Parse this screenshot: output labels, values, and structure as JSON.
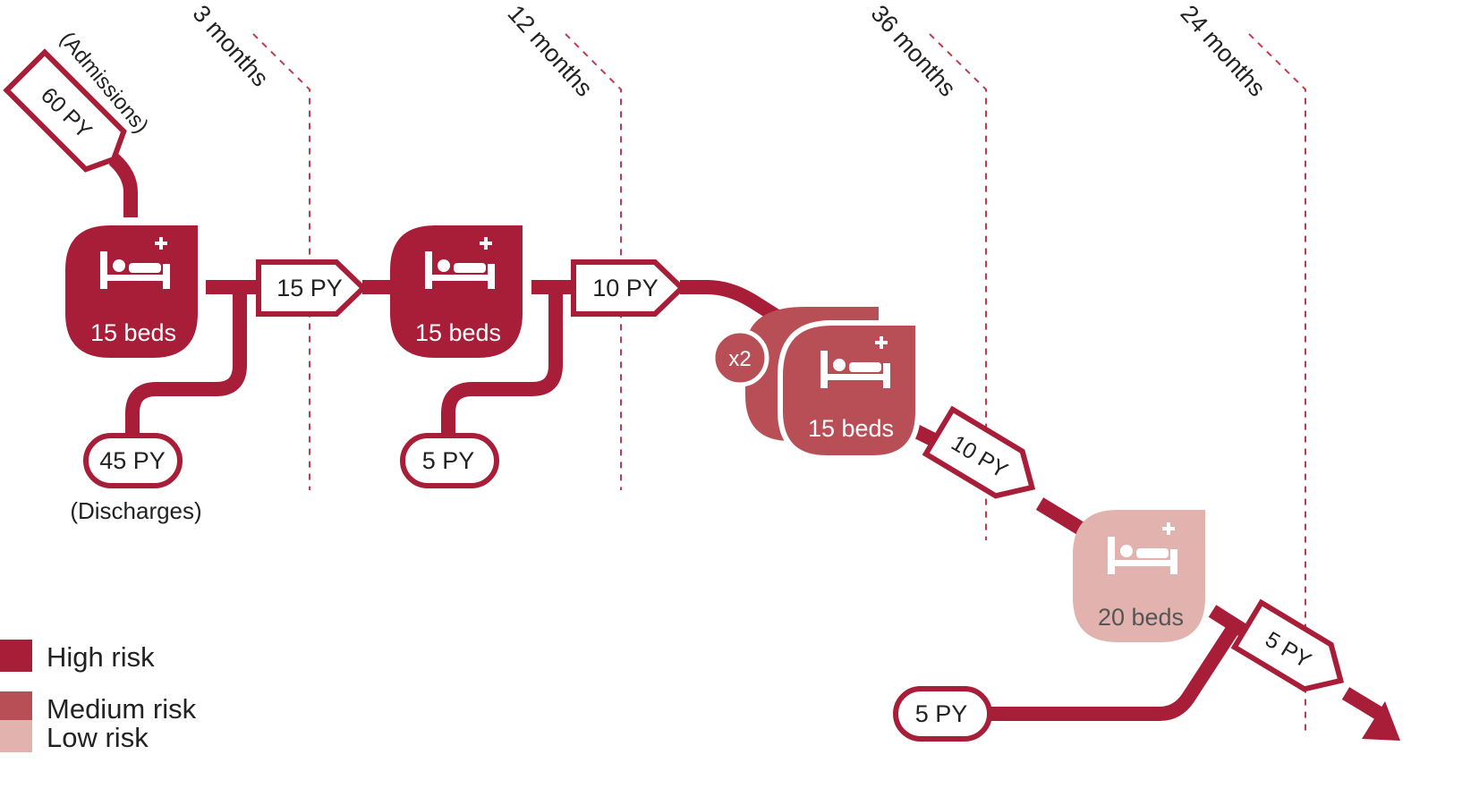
{
  "colors": {
    "high": "#a81d37",
    "medium": "#b84f56",
    "low": "#e2b3ae",
    "guide": "#c23a4d",
    "text_dark": "#222222",
    "text_white": "#ffffff",
    "low_text": "#555555"
  },
  "milestones": [
    "3 months",
    "12 months",
    "36 months",
    "24 months"
  ],
  "admissions": {
    "value": "60 PY",
    "caption": "(Admissions)"
  },
  "discharge_caption": "(Discharges)",
  "units": [
    {
      "label": "15 beds",
      "icon": "hospital-bed-icon",
      "risk": "high"
    },
    {
      "label": "15 beds",
      "icon": "hospital-bed-icon",
      "risk": "high"
    },
    {
      "label": "15 beds",
      "icon": "hospital-bed-icon",
      "risk": "medium",
      "multiplier": "x2"
    },
    {
      "label": "20 beds",
      "icon": "hospital-bed-icon",
      "risk": "low"
    }
  ],
  "flows": [
    "15 PY",
    "10 PY",
    "10 PY",
    "5 PY"
  ],
  "discharges": [
    "45 PY",
    "5 PY"
  ],
  "inflow": "5 PY",
  "legend": [
    {
      "label": "High risk",
      "risk": "high"
    },
    {
      "label": "Medium risk",
      "risk": "medium"
    },
    {
      "label": "Low risk",
      "risk": "low"
    }
  ]
}
